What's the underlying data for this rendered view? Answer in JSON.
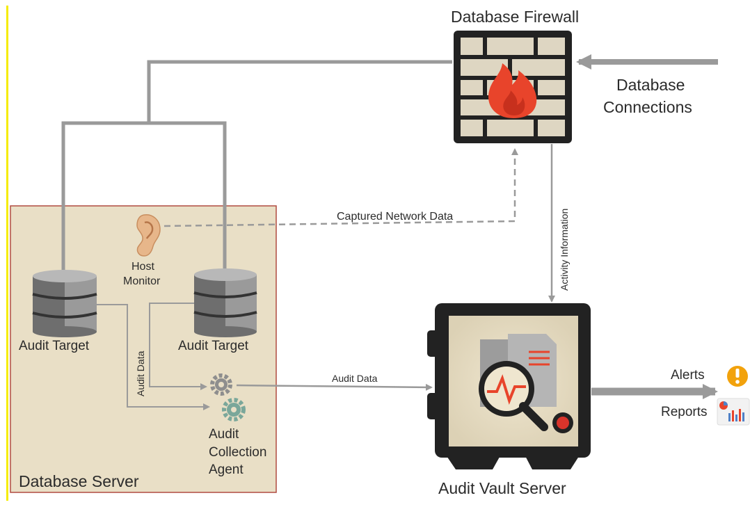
{
  "colors": {
    "left_accent_line": "#f5ec00",
    "server_box_fill": "#e9dfc6",
    "server_box_border": "#b14b40",
    "connector_gray": "#9a9a9a",
    "dark": "#222222",
    "flame": "#e8442b",
    "brick": "#ded6c2",
    "alert_orange": "#f2a20c"
  },
  "labels": {
    "database_firewall": "Database Firewall",
    "database_connections_line1": "Database",
    "database_connections_line2": "Connections",
    "captured_network_data": "Captured Network Data",
    "activity_information": "Activity Information",
    "host_monitor_line1": "Host",
    "host_monitor_line2": "Monitor",
    "audit_target_left": "Audit Target",
    "audit_target_right": "Audit Target",
    "audit_data_vertical": "Audit Data",
    "audit_data_arrow": "Audit Data",
    "audit_collection_agent_line1": "Audit",
    "audit_collection_agent_line2": "Collection",
    "audit_collection_agent_line3": "Agent",
    "database_server": "Database Server",
    "audit_vault_server": "Audit Vault Server",
    "alerts": "Alerts",
    "reports": "Reports"
  },
  "icons": {
    "firewall": "brick-wall-flame-icon",
    "ear": "ear-icon",
    "database": "database-cylinder-icon",
    "gears": "gears-icon",
    "vault": "safe-vault-icon",
    "alert": "exclamation-circle-icon",
    "reports": "report-chart-icon"
  }
}
